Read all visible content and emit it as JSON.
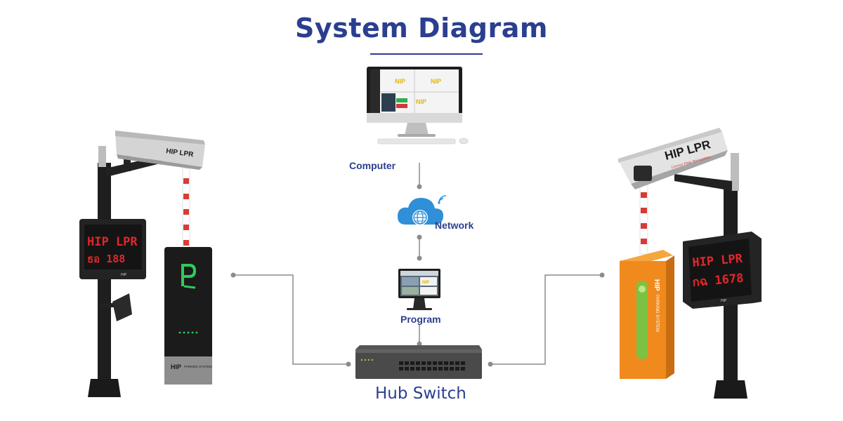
{
  "title": "System Diagram",
  "nodes": {
    "computer": "Computer",
    "network": "Network",
    "program": "Program",
    "hub": "Hub Switch"
  },
  "left_station": {
    "camera_brand": "HIP LPR",
    "sign_line1": "HIP LPR",
    "sign_line2": "ธอ 188",
    "sign_brand": "HIP",
    "barrier_brand": "HIP",
    "barrier_sub": "PARKING SYSTEM"
  },
  "right_station": {
    "camera_brand": "HIP LPR",
    "camera_sub": "License Plate Recognition",
    "sign_line1": "HIP LPR",
    "sign_line2": "กฉ 1678",
    "sign_brand": "HIP",
    "barrier_brand": "HIP",
    "barrier_sub": "PARKING SYSTEM"
  },
  "screens": {
    "monitor_logo": "NIP",
    "program_logo": "NIP"
  },
  "colors": {
    "title": "#2b3f8f",
    "connector": "#8c8c8c",
    "led_red": "#e3262a",
    "barrier_orange": "#f08a1d",
    "barrier_green": "#7cc242",
    "cloud_blue": "#2f8fd8"
  }
}
